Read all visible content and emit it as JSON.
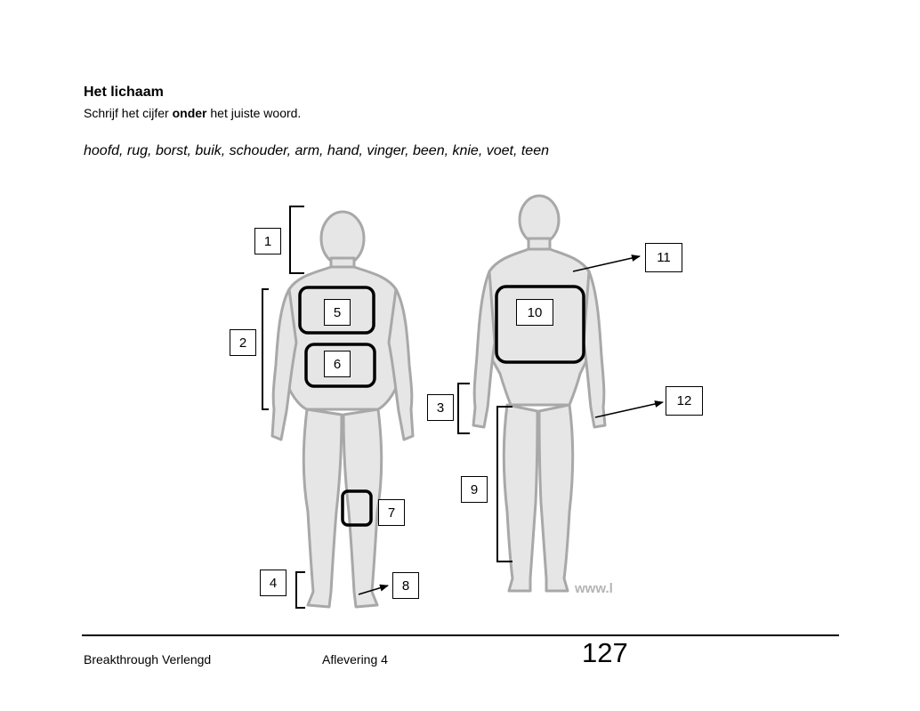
{
  "heading": {
    "title": "Het lichaam",
    "instruction_before": "Schrijf het cijfer ",
    "instruction_bold": "onder",
    "instruction_after": " het juiste woord.",
    "word_list": "hoofd, rug, borst, buik, schouder, arm, hand, vinger, been, knie, voet, teen"
  },
  "diagram": {
    "watermark": "www.l",
    "labels": [
      "1",
      "2",
      "3",
      "4",
      "5",
      "6",
      "7",
      "8",
      "9",
      "10",
      "11",
      "12"
    ],
    "figure_color": "#c8c8c8",
    "figure_outline": "#a8a8a8"
  },
  "footer": {
    "left": "Breakthrough Verlengd",
    "middle": "Aflevering 4",
    "page": "127"
  }
}
